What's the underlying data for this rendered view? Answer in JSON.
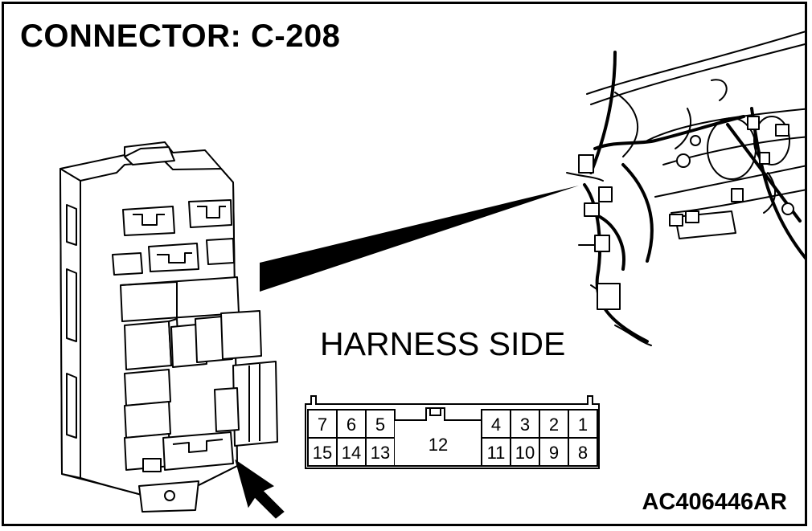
{
  "title": "CONNECTOR: C-208",
  "view_label": "HARNESS SIDE",
  "figure_code": "AC406446AR",
  "connector": {
    "top_left_pins": [
      "7",
      "6",
      "5"
    ],
    "top_right_pins": [
      "4",
      "3",
      "2",
      "1"
    ],
    "bottom_left_pins": [
      "15",
      "14",
      "13"
    ],
    "center_pin": "12",
    "bottom_right_pins": [
      "11",
      "10",
      "9",
      "8"
    ]
  },
  "colors": {
    "line": "#000000",
    "background": "#ffffff",
    "fill": "#ffffff"
  }
}
